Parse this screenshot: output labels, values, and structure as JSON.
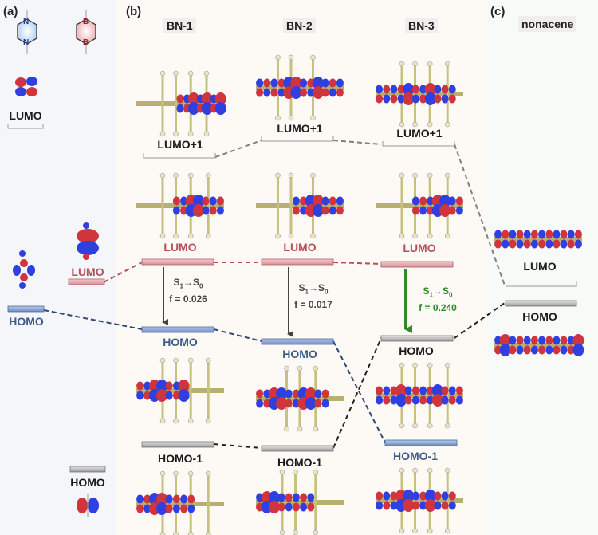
{
  "panels": {
    "a": {
      "label": "(a)"
    },
    "b": {
      "label": "(b)"
    },
    "c": {
      "label": "(c)"
    }
  },
  "fragments": {
    "pyrazine": {
      "atoms": [
        "N",
        "N"
      ],
      "color": "#3a6fb0"
    },
    "diborine": {
      "atoms": [
        "B",
        "B"
      ],
      "color": "#c04050"
    }
  },
  "panel_a": {
    "lumo_top": "LUMO",
    "lumo_left_orbital": "LUMO",
    "homo_left": "HOMO",
    "homo_bottom": "HOMO"
  },
  "columns": [
    {
      "name": "BN-1",
      "levels": {
        "lumo1": "LUMO+1",
        "lumo": "LUMO",
        "homo": "HOMO",
        "homo1": "HOMO-1"
      },
      "transition": {
        "label": "S1→S0",
        "f": "f = 0.026",
        "color": "#444444"
      }
    },
    {
      "name": "BN-2",
      "levels": {
        "lumo1": "LUMO+1",
        "lumo": "LUMO",
        "homo": "HOMO",
        "homo1": "HOMO-1"
      },
      "transition": {
        "label": "S1→S0",
        "f": "f = 0.017",
        "color": "#444444"
      }
    },
    {
      "name": "BN-3",
      "levels": {
        "lumo1": "LUMO+1",
        "lumo": "LUMO",
        "homo": "HOMO",
        "homo1": "HOMO-1"
      },
      "transition": {
        "label": "S1→S0",
        "f": "f = 0.240",
        "color": "#2d8a2d"
      }
    }
  ],
  "nonacene": {
    "name": "nonacene",
    "lumo": "LUMO",
    "homo": "HOMO"
  },
  "colors": {
    "lumo_level": "#e8a8ab",
    "homo_level": "#8fa8d8",
    "neutral_level": "#bdbdbd",
    "orbital_pos": "#d0343c",
    "orbital_neg": "#3040e0",
    "lumo_dash": "#b05058",
    "homo_dash": "#2e4870",
    "black_dash": "#222222",
    "gray_dash": "#808080"
  }
}
